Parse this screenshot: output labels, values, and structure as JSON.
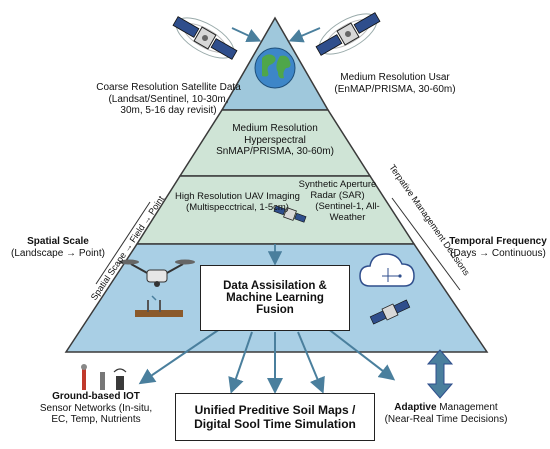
{
  "pyramid": {
    "tier1_left": {
      "line1": "Coarse Resolution Satellite Data",
      "line2": "(Landsat/Sentinel, 10-30m,",
      "line3": "30m, 5-16 day revisit)"
    },
    "tier1_right": {
      "line1": "Medium Resolution Usar",
      "line2": "(EnMAP/PRISMA, 30-60m)"
    },
    "tier2": {
      "line1": "Medium Resolution Hyperspectral",
      "line2": "SnMAP/PRISMA, 30-60m)"
    },
    "tier3_left": {
      "line1": "High Resolution UAV Imaging",
      "line2": "(Multispecctrical, 1-5cm)"
    },
    "tier3_right": {
      "line1": "Synthetic Aperture",
      "line2": "Radar (SAR)",
      "line3": "(Sentinel-1, All-Weather"
    },
    "fusion": {
      "line1": "Data Assisilation &",
      "line2": "Machine Learning",
      "line3": "Fusion"
    }
  },
  "side": {
    "left_diag": "Spatial Scape → Field → Point",
    "right_diag": "Terpative Management Decisions",
    "spatial_title": "Spatial Scale",
    "spatial_sub": "(Landscape → Point)",
    "temporal_title": "Temporal Frequency",
    "temporal_sub": "(Days → Continuous)"
  },
  "bottom": {
    "iot_title": "Ground-based IOT",
    "iot_line1": "Sensor Networks (In-situ,",
    "iot_line2": "EC, Temp, Nutrients",
    "output_line1": "Unified Preditive Soil Maps /",
    "output_line2": "Digital Sool Time Simulation",
    "adaptive_title": "Adaptive",
    "adaptive_rest": " Management",
    "adaptive_sub": "(Near-Real Time Decisions)"
  },
  "colors": {
    "tier_top": "#9fc8dc",
    "tier_mid": "#cfe4d6",
    "tier_bottom": "#a9cfe5",
    "edge": "#3a3a3a",
    "arrow": "#4a7f9d"
  },
  "icons": [
    "satellite-icon",
    "globe-icon",
    "drone-icon",
    "cloud-icon",
    "soil-sensor-icon",
    "bidirectional-arrow-icon"
  ]
}
